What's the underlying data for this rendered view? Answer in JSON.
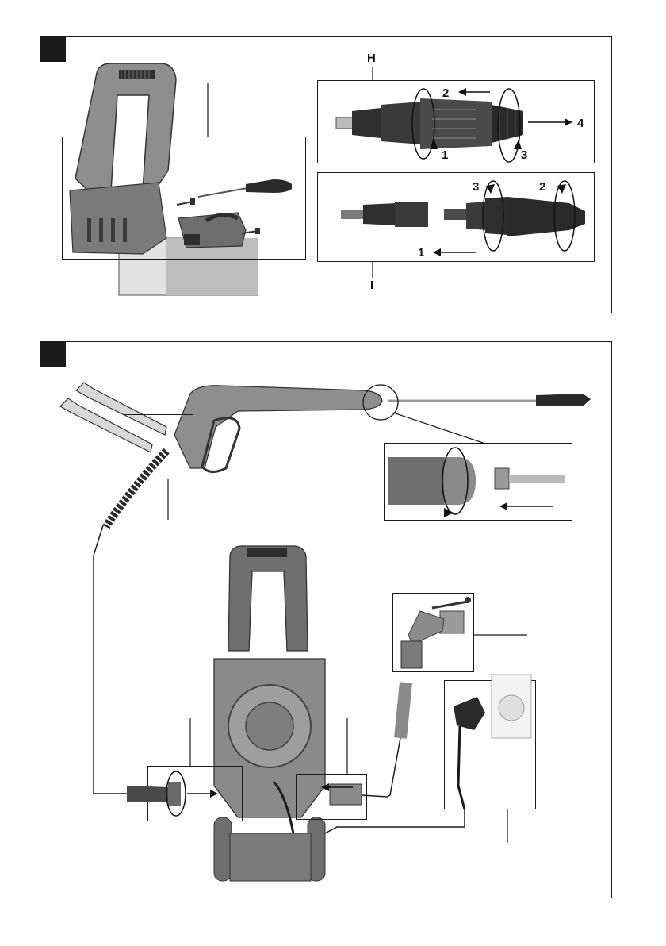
{
  "figure_top": {
    "callout_h": "H",
    "callout_i": "I",
    "nozzle_h_steps": [
      "1",
      "2",
      "3",
      "4"
    ],
    "nozzle_i_steps": [
      "1",
      "2",
      "3"
    ]
  },
  "colors": {
    "outline": "#1a1a1a",
    "body_gray": "#8c8c8c",
    "dark_gray": "#3a3a3a",
    "light_gray": "#d6d6d6"
  }
}
